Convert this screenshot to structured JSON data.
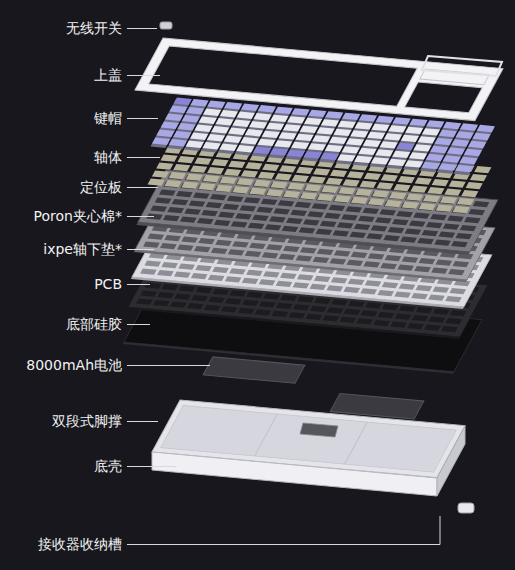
{
  "diagram": {
    "labels": [
      "无线开关",
      "上盖",
      "键帽",
      "轴体",
      "定位板",
      "Poron夹心棉*",
      "ixpe轴下垫*",
      "PCB",
      "底部硅胶",
      "8000mAh电池",
      "双段式脚撑",
      "底壳",
      "接收器收纳槽"
    ]
  }
}
